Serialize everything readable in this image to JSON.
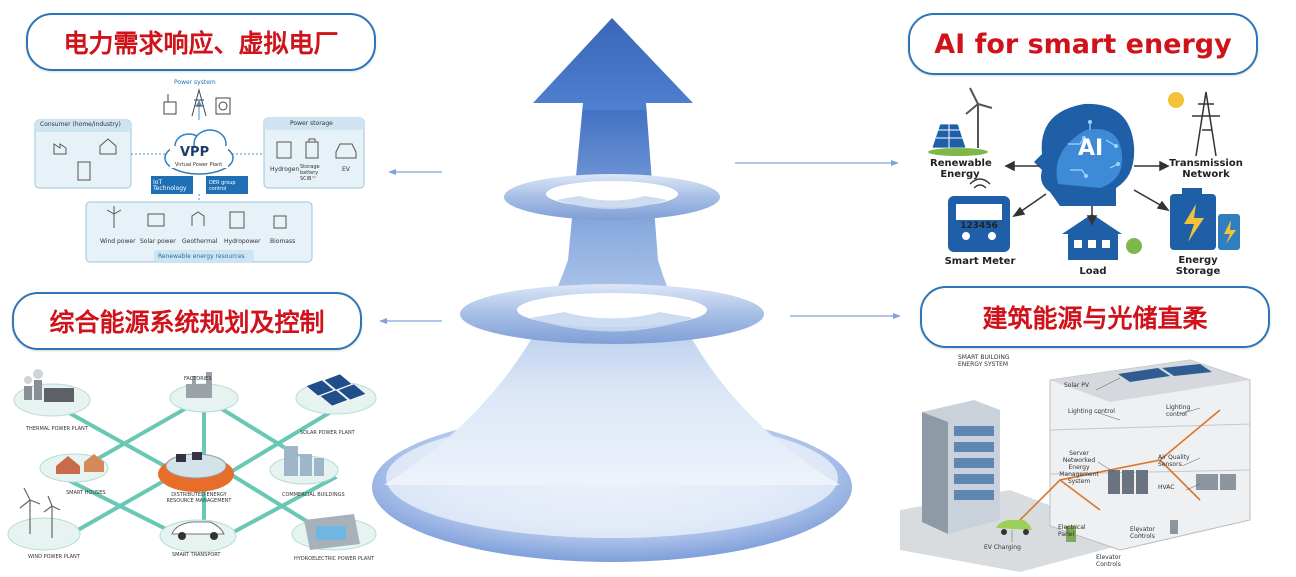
{
  "titles": {
    "top_left": "电力需求响应、虚拟电厂",
    "top_right": "AI for smart energy",
    "bottom_left": "综合能源系统规划及控制",
    "bottom_right": "建筑能源与光储直柔"
  },
  "vpp": {
    "power_system": "Power system",
    "consumer": "Consumer (home/industry)",
    "power_storage": "Power storage",
    "vpp_title": "VPP",
    "vpp_sub": "Virtual Power Plant",
    "iot": "IoT Technology",
    "der": "DER group control",
    "storage_items": [
      "Hydrogen",
      "Storage battery SCiB™",
      "EV"
    ],
    "renewables": [
      "Wind power",
      "Solar power",
      "Geothermal",
      "Hydropower",
      "Biomass"
    ],
    "renewable_resources": "Renewable energy resources"
  },
  "ai": {
    "center": "AI",
    "renewable_energy": "Renewable Energy",
    "transmission_network": "Transmission Network",
    "smart_meter": "Smart Meter",
    "meter_reading": "123456",
    "load": "Load",
    "energy_storage": "Energy Storage"
  },
  "ies": {
    "thermal": "THERMAL POWER PLANT",
    "factories": "FACTORIES",
    "solar": "SOLAR POWER PLANT",
    "smart_houses": "SMART HOUSES",
    "distributed": "DISTRIBUTED ENERGY RESOURCE MANAGEMENT",
    "commercial": "COMMERCIAL BUILDINGS",
    "wind": "WIND POWER PLANT",
    "transport": "SMART TRANSPORT",
    "hydro": "HYDROELECTRIC POWER PLANT"
  },
  "building": {
    "title": "SMART BUILDING ENERGY SYSTEM",
    "solar_pv": "Solar PV",
    "lighting_control": "Lighting control",
    "lighting_control_2": "Lighting control",
    "server": "Server Networked Energy Management System",
    "air_quality": "Air Quality Sensors",
    "hvac": "HVAC",
    "electrical_panel": "Electrical Panel",
    "elevator_controls": "Elevator Controls",
    "elevator_controls_2": "Elevator Controls",
    "ev_charging": "EV Charging"
  },
  "colors": {
    "title_red": "#d0121b",
    "pill_border": "#2e75b6",
    "arrow_blue": "#4472c4"
  }
}
